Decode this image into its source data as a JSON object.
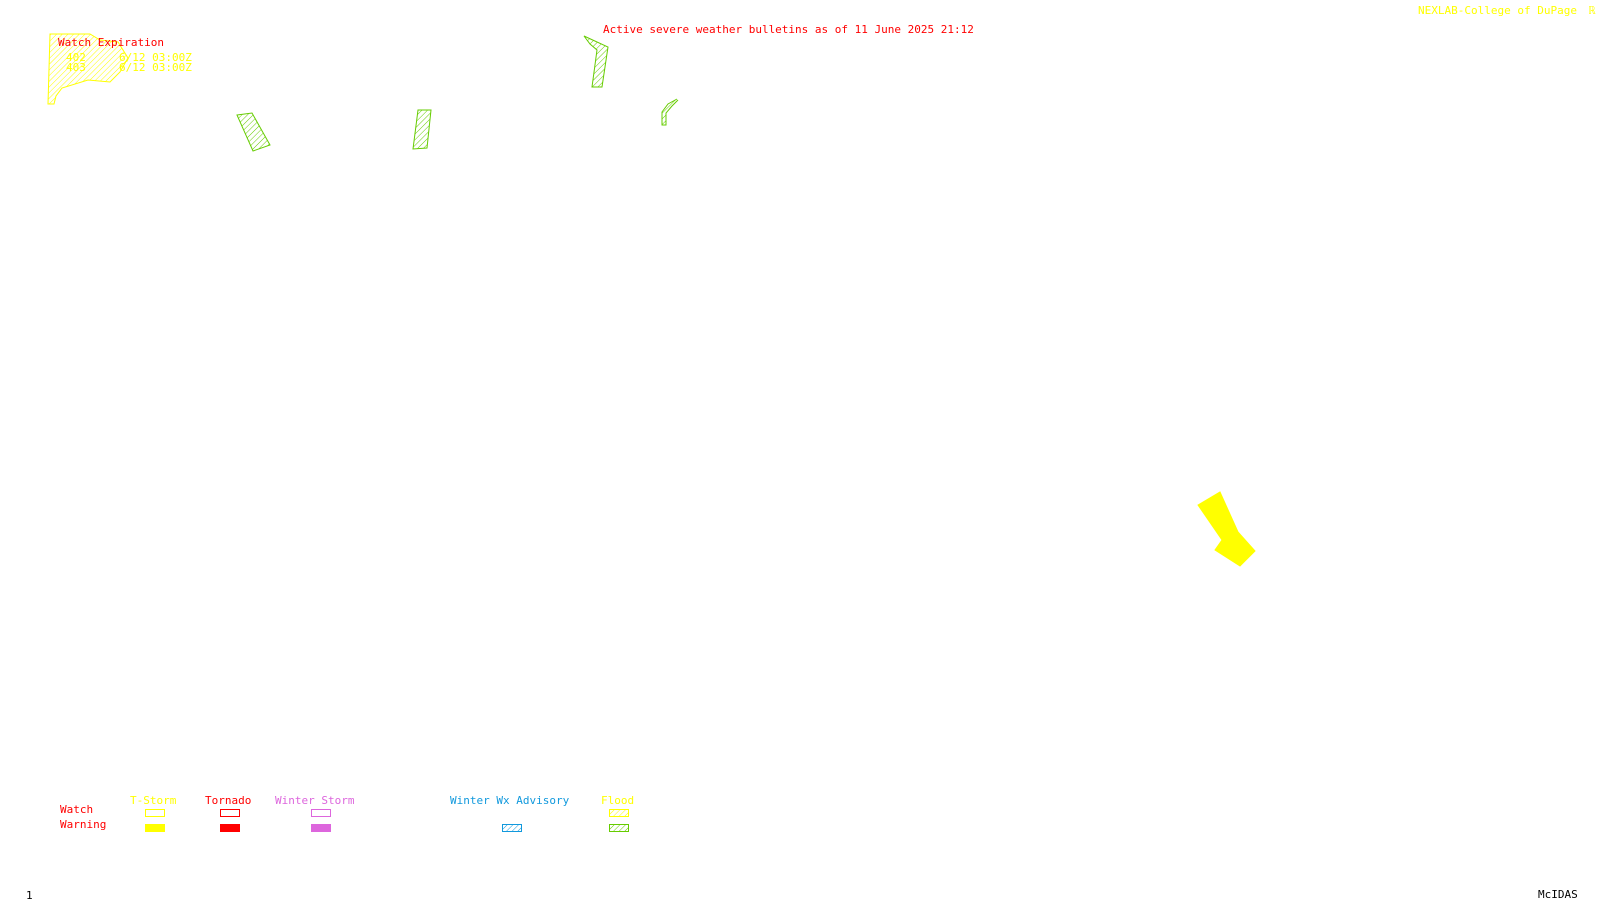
{
  "header": {
    "title": "Active severe weather bulletins as of 11 June 2025 21:12",
    "credit": "NEXLAB-College of DuPage",
    "credit_icon": "nexlab-logo-icon"
  },
  "watch_box": {
    "title": "Watch Expiration",
    "rows": [
      {
        "id": "402",
        "expires": "6/12 03:00Z"
      },
      {
        "id": "403",
        "expires": "6/12 03:00Z"
      }
    ]
  },
  "legend": {
    "row_labels": {
      "watch": "Watch",
      "warning": "Warning"
    },
    "columns": [
      {
        "label": "T-Storm",
        "color": "#ffff00",
        "watch_style": "outline",
        "warning_style": "solid"
      },
      {
        "label": "Tornado",
        "color": "#ff0000",
        "watch_style": "outline",
        "warning_style": "solid"
      },
      {
        "label": "Winter Storm",
        "color": "#dd66dd",
        "watch_style": "outline",
        "warning_style": "solid"
      },
      {
        "label": "Winter Wx Advisory",
        "color": "#1199dd",
        "watch_style": "none",
        "warning_style": "hatched"
      },
      {
        "label": "Flood",
        "color": "#ffff00",
        "watch_style": "hatched",
        "warning_style": "hatched"
      }
    ]
  },
  "colors": {
    "title": "#ff0000",
    "watch_text": "#ff0000",
    "tstorm": "#ffff00",
    "flood_warning": "#66cc00",
    "winter_storm": "#dd66dd",
    "winter_advisory": "#1199dd"
  },
  "footer": {
    "frame": "1",
    "software": "McIDAS"
  }
}
